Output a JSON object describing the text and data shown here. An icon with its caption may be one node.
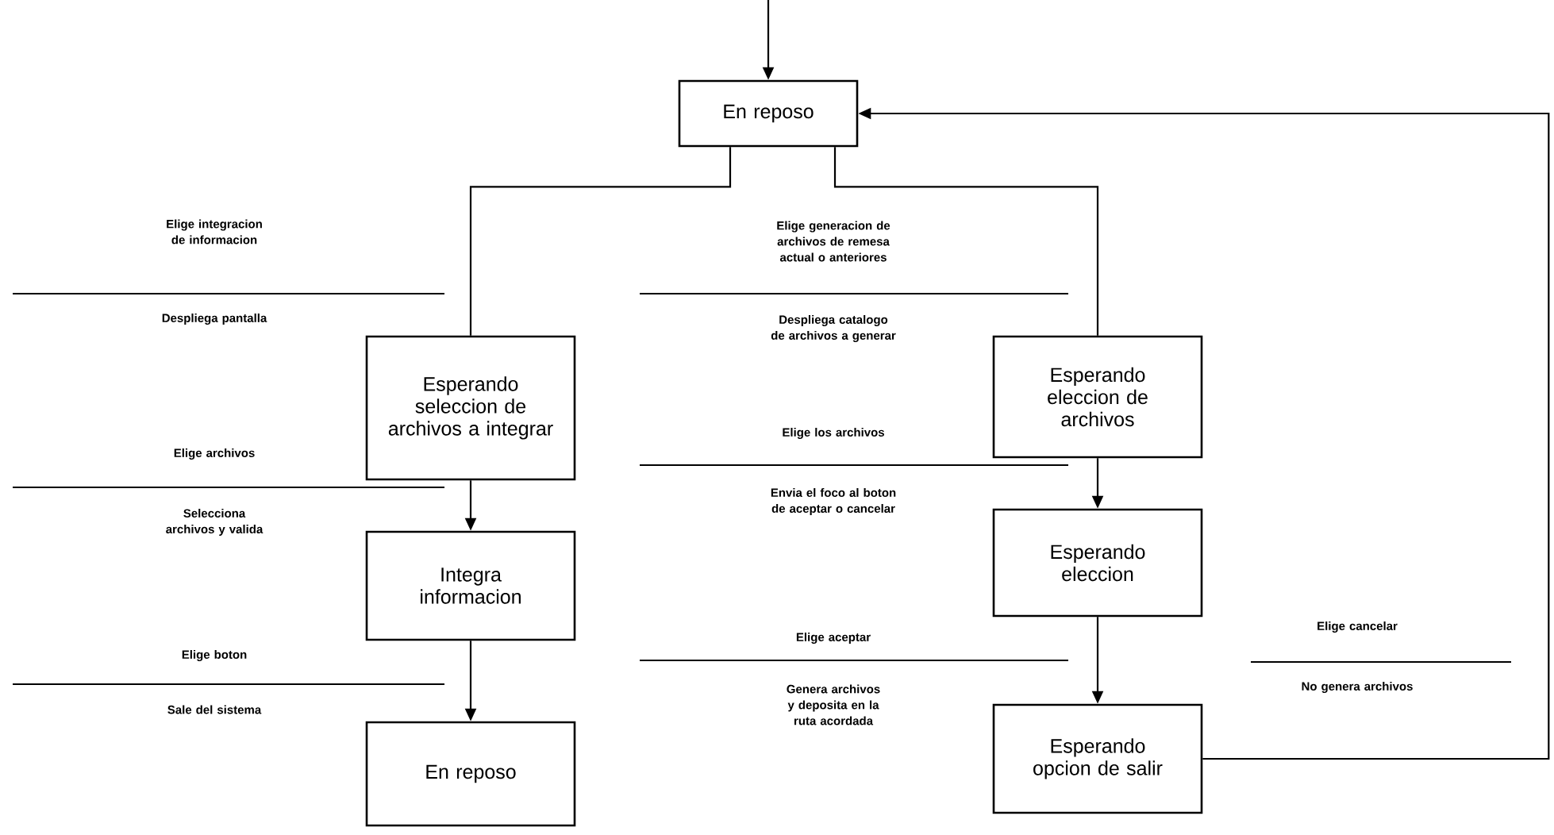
{
  "diagram": {
    "nodes": [
      {
        "text": [
          "En reposo"
        ]
      },
      {
        "text": [
          "Esperando seleccion de archivos a integrar"
        ]
      },
      {
        "text": [
          "Esperando eleccion de archivos"
        ]
      },
      {
        "text": [
          "Integra informacion"
        ]
      },
      {
        "text": [
          "Esperando eleccion"
        ]
      },
      {
        "text": [
          "En reposo"
        ]
      },
      {
        "text": [
          "Esperando opcion de salir"
        ]
      }
    ],
    "edges": [
      {
        "from": null,
        "to": 0,
        "arrow": "to"
      },
      {
        "from": 0,
        "to": 1,
        "arrow": "none"
      },
      {
        "from": 0,
        "to": 2,
        "arrow": "none"
      },
      {
        "from": 1,
        "to": 3,
        "arrow": "to"
      },
      {
        "from": 3,
        "to": 5,
        "arrow": "to"
      },
      {
        "from": 2,
        "to": 4,
        "arrow": "to"
      },
      {
        "from": 4,
        "to": 6,
        "arrow": "to"
      },
      {
        "from": 6,
        "to": 0,
        "arrow": "to"
      }
    ],
    "labels": [
      "Elige integracion de informacion",
      "Elige generacion de archivos de remesa actual o anteriores",
      "Despliega pantalla",
      "Despliega catalogo de archivos a generar",
      "Elige archivos",
      "Elige los archivos",
      "Selecciona archivos y valida",
      "Envia el foco al boton de aceptar o cancelar",
      "Elige boton",
      "Elige aceptar",
      "Elige cancelar",
      "Sale del sistema",
      "Genera archivos y deposita en la ruta acordada",
      "No genera archivos"
    ]
  }
}
